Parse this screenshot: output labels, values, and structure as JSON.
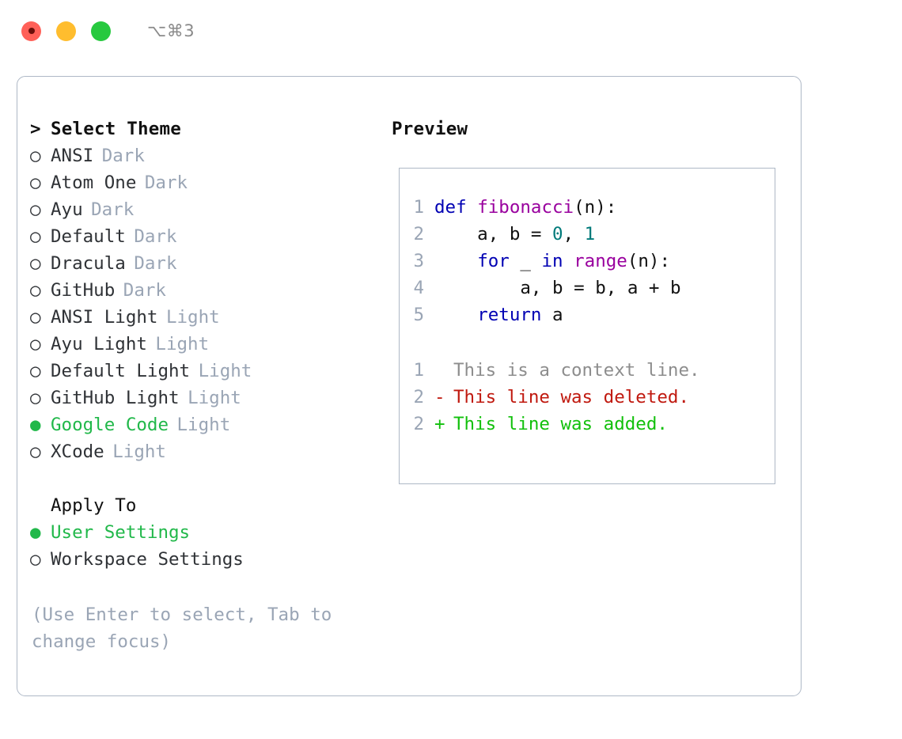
{
  "titlebar": {
    "shortcut": "⌥⌘3",
    "window_buttons": [
      {
        "name": "close",
        "color": "#ff6058"
      },
      {
        "name": "minimize",
        "color": "#ffbd2e"
      },
      {
        "name": "zoom",
        "color": "#27c93f"
      }
    ]
  },
  "colors": {
    "accent_green": "#21b84a",
    "muted": "#9aa5b5",
    "border": "#aeb8c6",
    "text": "#2f3236",
    "keyword": "#0000b3",
    "function": "#99009e",
    "number": "#007a7a",
    "diff_add": "#12c00c",
    "diff_del": "#c0190f",
    "diff_ctx": "#8d8d8d"
  },
  "selector": {
    "prompt_marker": ">",
    "title": "Select Theme",
    "marker_selected": "●",
    "marker_unselected": "○",
    "themes": [
      {
        "name": "ANSI",
        "kind": "Dark",
        "selected": false
      },
      {
        "name": "Atom One",
        "kind": "Dark",
        "selected": false
      },
      {
        "name": "Ayu",
        "kind": "Dark",
        "selected": false
      },
      {
        "name": "Default",
        "kind": "Dark",
        "selected": false
      },
      {
        "name": "Dracula",
        "kind": "Dark",
        "selected": false
      },
      {
        "name": "GitHub",
        "kind": "Dark",
        "selected": false
      },
      {
        "name": "ANSI Light",
        "kind": "Light",
        "selected": false
      },
      {
        "name": "Ayu Light",
        "kind": "Light",
        "selected": false
      },
      {
        "name": "Default Light",
        "kind": "Light",
        "selected": false
      },
      {
        "name": "GitHub Light",
        "kind": "Light",
        "selected": false
      },
      {
        "name": "Google Code",
        "kind": "Light",
        "selected": true
      },
      {
        "name": "XCode",
        "kind": "Light",
        "selected": false
      }
    ],
    "apply_to": {
      "heading": "Apply To",
      "options": [
        {
          "label": "User Settings",
          "selected": true
        },
        {
          "label": "Workspace Settings",
          "selected": false
        }
      ]
    },
    "hint": "(Use Enter to select, Tab to change focus)"
  },
  "preview": {
    "heading": "Preview",
    "code_lines": [
      {
        "no": "1",
        "tokens": [
          {
            "t": "def ",
            "c": "kw"
          },
          {
            "t": "fibonacci",
            "c": "fn"
          },
          {
            "t": "(n):",
            "c": "pl"
          }
        ]
      },
      {
        "no": "2",
        "tokens": [
          {
            "t": "    a, b = ",
            "c": "pl"
          },
          {
            "t": "0",
            "c": "num"
          },
          {
            "t": ", ",
            "c": "pl"
          },
          {
            "t": "1",
            "c": "num"
          }
        ]
      },
      {
        "no": "3",
        "tokens": [
          {
            "t": "    ",
            "c": "pl"
          },
          {
            "t": "for",
            "c": "kw"
          },
          {
            "t": " _ ",
            "c": "pl"
          },
          {
            "t": "in",
            "c": "kw"
          },
          {
            "t": " ",
            "c": "pl"
          },
          {
            "t": "range",
            "c": "fn"
          },
          {
            "t": "(n):",
            "c": "pl"
          }
        ]
      },
      {
        "no": "4",
        "tokens": [
          {
            "t": "        a, b = b, a + b",
            "c": "pl"
          }
        ]
      },
      {
        "no": "5",
        "tokens": [
          {
            "t": "    ",
            "c": "pl"
          },
          {
            "t": "return",
            "c": "kw"
          },
          {
            "t": " a",
            "c": "pl"
          }
        ]
      }
    ],
    "diff_lines": [
      {
        "no": "1",
        "sign": " ",
        "text": "This is a context line.",
        "kind": "ctx"
      },
      {
        "no": "2",
        "sign": "-",
        "text": "This line was deleted.",
        "kind": "del"
      },
      {
        "no": "2",
        "sign": "+",
        "text": "This line was added.",
        "kind": "add"
      }
    ]
  }
}
